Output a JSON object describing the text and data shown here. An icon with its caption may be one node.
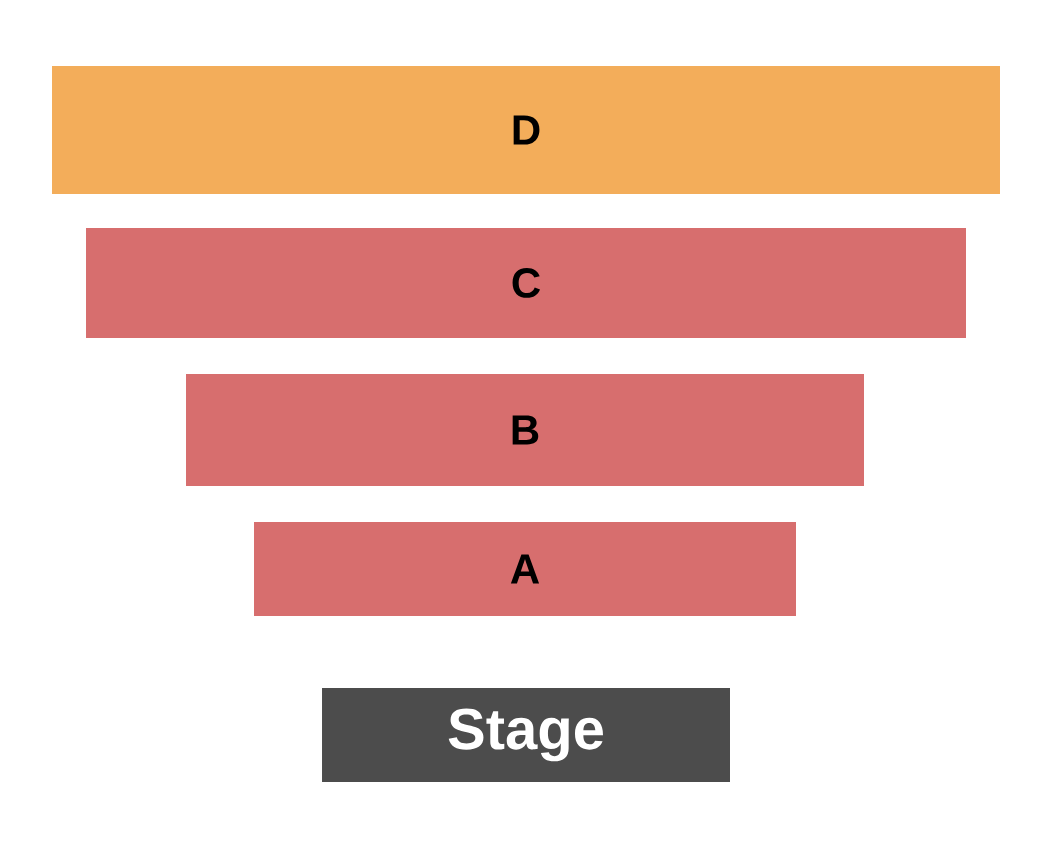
{
  "diagram": {
    "nodes": [
      {
        "text": [
          "D"
        ]
      },
      {
        "text": [
          "C"
        ]
      },
      {
        "text": [
          "B"
        ]
      },
      {
        "text": [
          "A"
        ]
      },
      {
        "text": [
          "Stage"
        ]
      }
    ]
  }
}
